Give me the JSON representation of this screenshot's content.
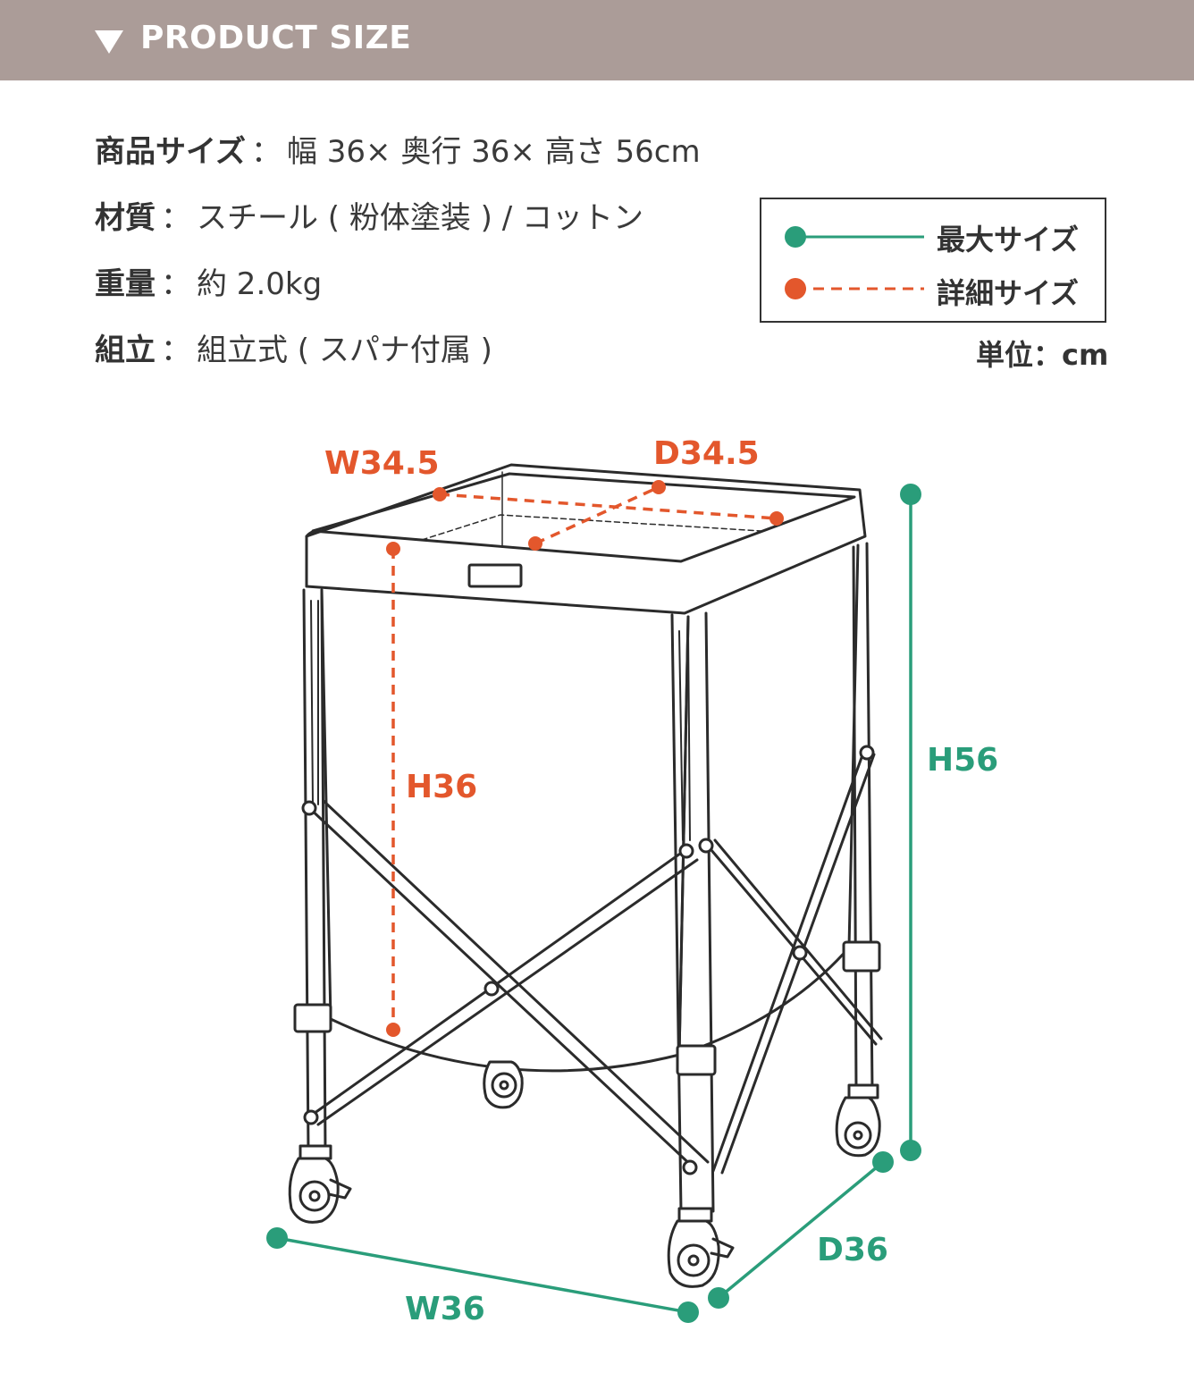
{
  "header": {
    "title": "PRODUCT SIZE"
  },
  "specs": [
    {
      "label": "商品サイズ",
      "value": "幅 36× 奥行 36× 高さ 56cm"
    },
    {
      "label": "材質",
      "value": "スチール ( 粉体塗装 ) / コットン"
    },
    {
      "label": "重量",
      "value": "約 2.0kg"
    },
    {
      "label": "組立",
      "value": "組立式 ( スパナ付属 )"
    }
  ],
  "spec_separator": "：",
  "legend": {
    "max_size": "最大サイズ",
    "detail_size": "詳細サイズ"
  },
  "unit": "単位：cm",
  "dimensions": {
    "inner_width": "W34.5",
    "inner_depth": "D34.5",
    "inner_height": "H36",
    "total_height": "H56",
    "total_width": "W36",
    "total_depth": "D36"
  },
  "colors": {
    "header_bg": "#ab9c98",
    "max_green": "#2a9d7a",
    "detail_red": "#e3572c"
  }
}
